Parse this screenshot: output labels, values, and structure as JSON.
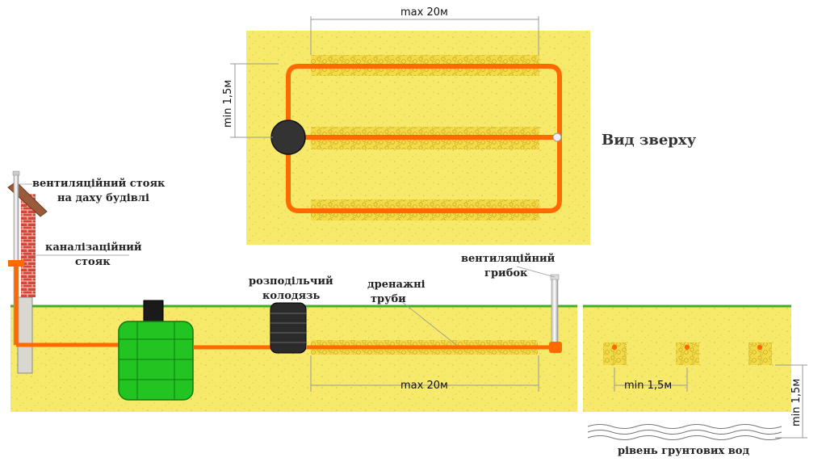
{
  "top_view": {
    "title": "Вид зверху",
    "dim_length": "max 20м",
    "dim_spacing": "min 1,5м"
  },
  "side_view": {
    "vent_riser_roof": "вентиляційний стояк на даху будівлі",
    "vent_riser_roof_line1": "вентиляційний стояк",
    "vent_riser_roof_line2": "на даху будівлі",
    "sewer_riser_line1": "каналізаційний",
    "sewer_riser_line2": "стояк",
    "distribution_well_line1": "розподільчий",
    "distribution_well_line2": "колодязь",
    "drain_pipes_line1": "дренажні",
    "drain_pipes_line2": "труби",
    "vent_cap_line1": "вентиляційний",
    "vent_cap_line2": "грибок",
    "dim_length": "max 20м"
  },
  "section_view": {
    "dim_spacing": "min 1,5м",
    "dim_depth": "min 1,5м",
    "groundwater_label": "рівень грунтових вод"
  },
  "colors": {
    "soil": "#f7e96a",
    "pipe": "#ff6a00",
    "gravel": "#f0d83a",
    "grass": "#3fae2a",
    "tank": "#22c422",
    "brick": "#c9302c"
  }
}
